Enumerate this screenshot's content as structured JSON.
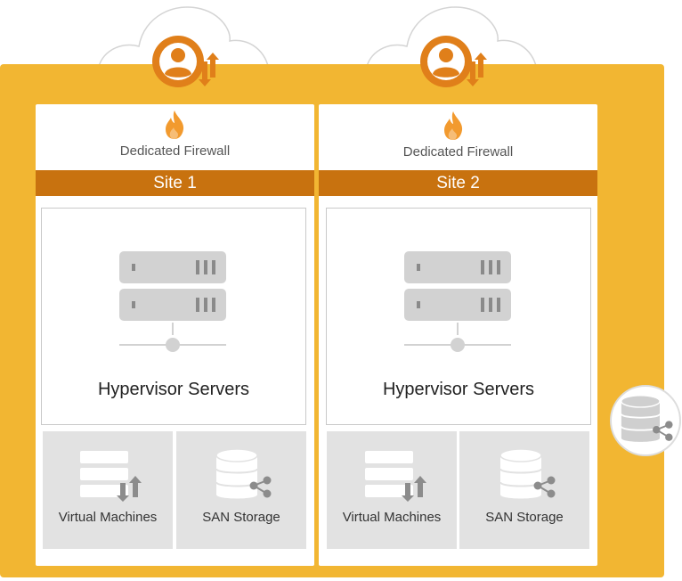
{
  "colors": {
    "panel": "#f2b632",
    "site_bar": "#c8720f",
    "user_icon": "#e07f1a",
    "flame": "#f29a2e",
    "tile_bg": "#e2e2e2",
    "server": "#d2d2d2"
  },
  "icons": {
    "cloud": "cloud-icon",
    "user": "user-icon",
    "transfer": "up-down-arrows-icon",
    "firewall": "flame-icon",
    "servers": "server-rack-icon",
    "vms": "virtual-machines-icon",
    "storage": "database-share-icon"
  },
  "sites": [
    {
      "firewall_label": "Dedicated Firewall",
      "name": "Site 1",
      "hypervisor_label": "Hypervisor Servers",
      "vm_label": "Virtual Machines",
      "san_label": "SAN Storage"
    },
    {
      "firewall_label": "Dedicated Firewall",
      "name": "Site 2",
      "hypervisor_label": "Hypervisor Servers",
      "vm_label": "Virtual Machines",
      "san_label": "SAN Storage"
    }
  ]
}
